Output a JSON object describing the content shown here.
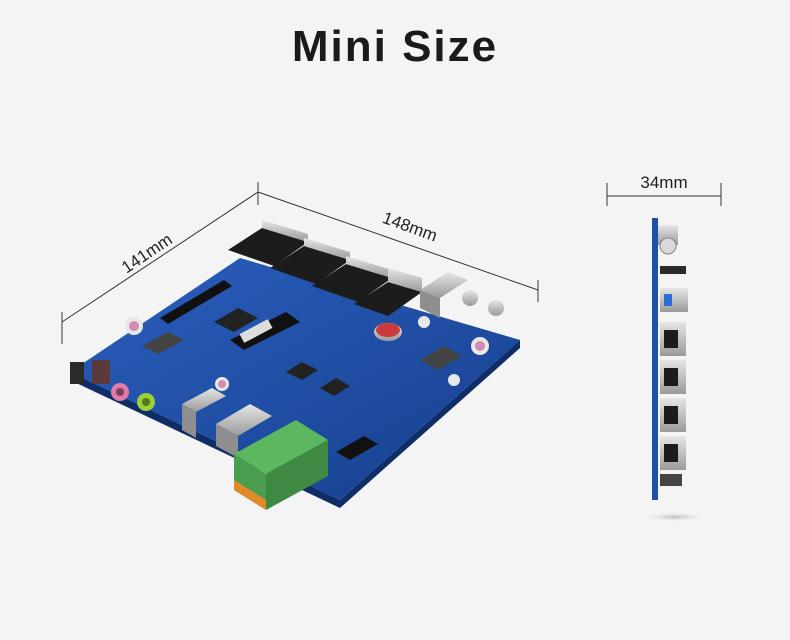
{
  "title": "Mini Size",
  "dimensions": {
    "length": "148mm",
    "width": "141mm",
    "height": "34mm"
  },
  "colors": {
    "pcb": "#1f4fa8",
    "terminal_block": "#5bb85f",
    "background": "#f4f4f4"
  }
}
